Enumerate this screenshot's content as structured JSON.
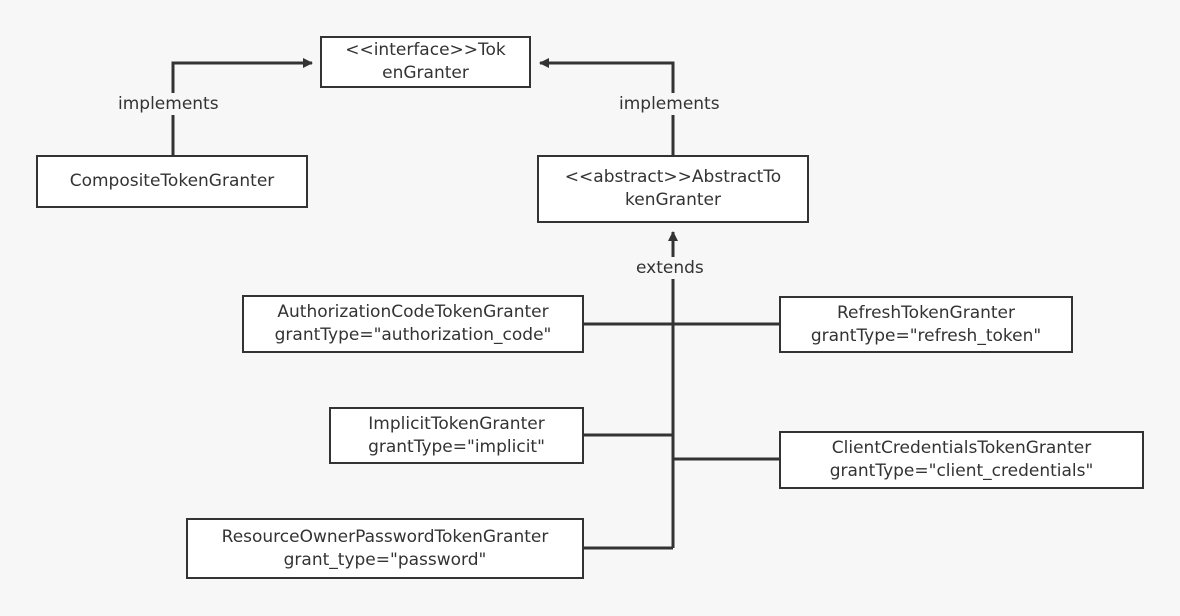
{
  "nodes": {
    "token_granter": {
      "line1": "<<interface>>Tok",
      "line2": "enGranter"
    },
    "composite": {
      "line1": "CompositeTokenGranter"
    },
    "abstract": {
      "line1": "<<abstract>>AbstractTo",
      "line2": "kenGranter"
    },
    "authorization_code": {
      "line1": "AuthorizationCodeTokenGranter",
      "line2": "grantType=\"authorization_code\""
    },
    "refresh": {
      "line1": "RefreshTokenGranter",
      "line2": "grantType=\"refresh_token\""
    },
    "implicit": {
      "line1": "ImplicitTokenGranter",
      "line2": "grantType=\"implicit\""
    },
    "client_credentials": {
      "line1": "ClientCredentialsTokenGranter",
      "line2": "grantType=\"client_credentials\""
    },
    "password": {
      "line1": "ResourceOwnerPasswordTokenGranter",
      "line2": "grant_type=\"password\""
    }
  },
  "edge_labels": {
    "implements_left": "implements",
    "implements_right": "implements",
    "extends": "extends"
  },
  "colors": {
    "background": "#f7f7f7",
    "stroke": "#333333",
    "box_fill": "#ffffff"
  }
}
